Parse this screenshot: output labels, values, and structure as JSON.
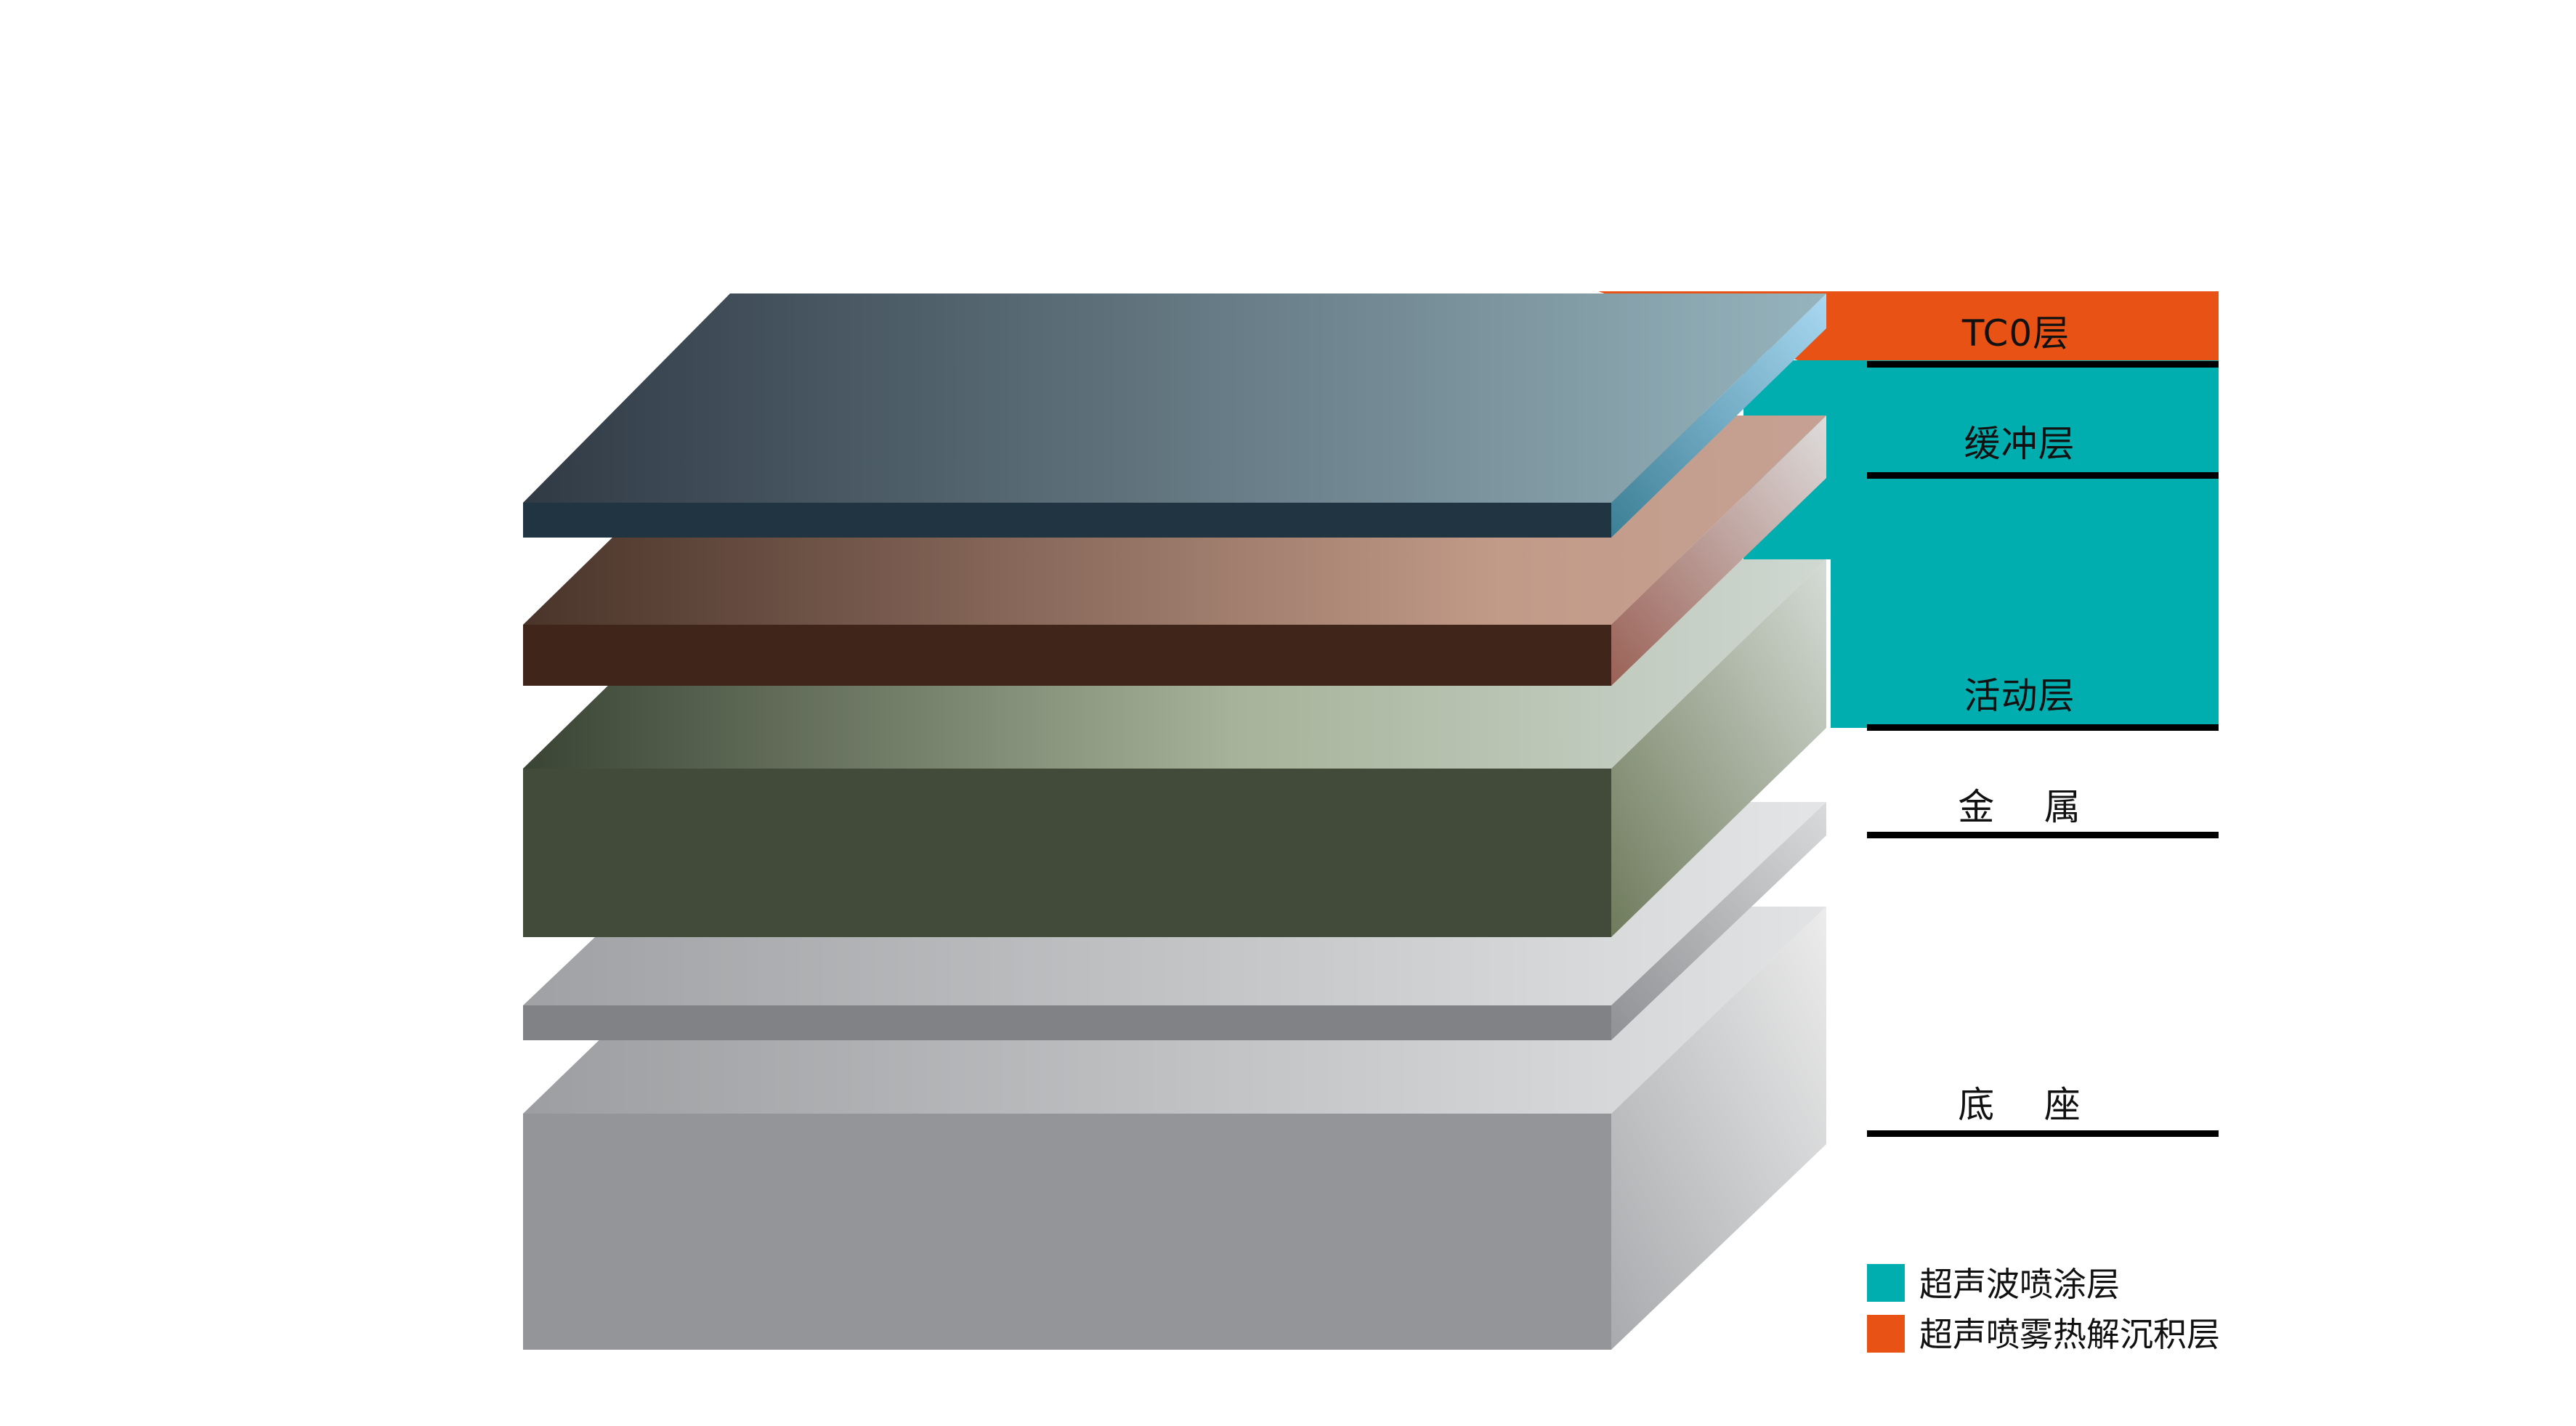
{
  "colors": {
    "ultrasonic_coating": "#00aeb0",
    "spray_pyrolysis": "#e85315",
    "label_line": "#000000"
  },
  "layers": [
    {
      "id": "tco",
      "label": "TC0层",
      "process": "spray_pyrolysis"
    },
    {
      "id": "buffer",
      "label": "缓冲层",
      "process": "ultrasonic_coating"
    },
    {
      "id": "active",
      "label": "活动层",
      "process": "ultrasonic_coating"
    },
    {
      "id": "metal",
      "label": "金    属",
      "process": "none"
    },
    {
      "id": "substrate",
      "label": "底    座",
      "process": "none"
    }
  ],
  "legend": [
    {
      "label": "超声波喷涂层",
      "color": "#00aeb0"
    },
    {
      "label": "超声喷雾热解沉积层",
      "color": "#e85315"
    }
  ]
}
